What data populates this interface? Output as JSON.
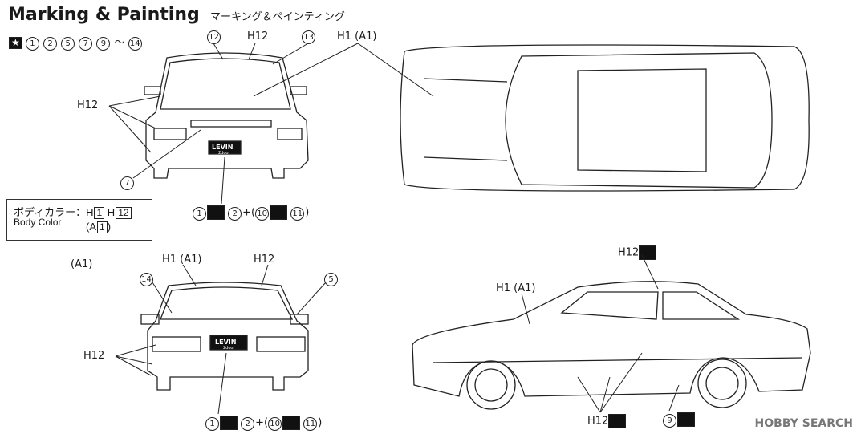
{
  "header": {
    "title": "Marking & Painting",
    "subtitle": "マーキング＆ペインティング"
  },
  "decal_list": {
    "star": "★",
    "numbers": [
      "1",
      "2",
      "5",
      "7",
      "9"
    ],
    "sep": "～",
    "last": "14"
  },
  "body_color": {
    "jp": "ボディカラー：H",
    "c1": "1",
    "h": "H",
    "c2": "12",
    "en": "Body Color",
    "alt_open": "(A",
    "alt_num": "1",
    "alt_close": ")"
  },
  "labels": {
    "h12": "H12",
    "h1a1": "H1 (A1)",
    "a1": "(A1)",
    "plus": "+"
  },
  "plates": {
    "main": "LEVIN",
    "sub": "2door"
  },
  "watermark": {
    "text": "HOBBY SEARCH"
  }
}
